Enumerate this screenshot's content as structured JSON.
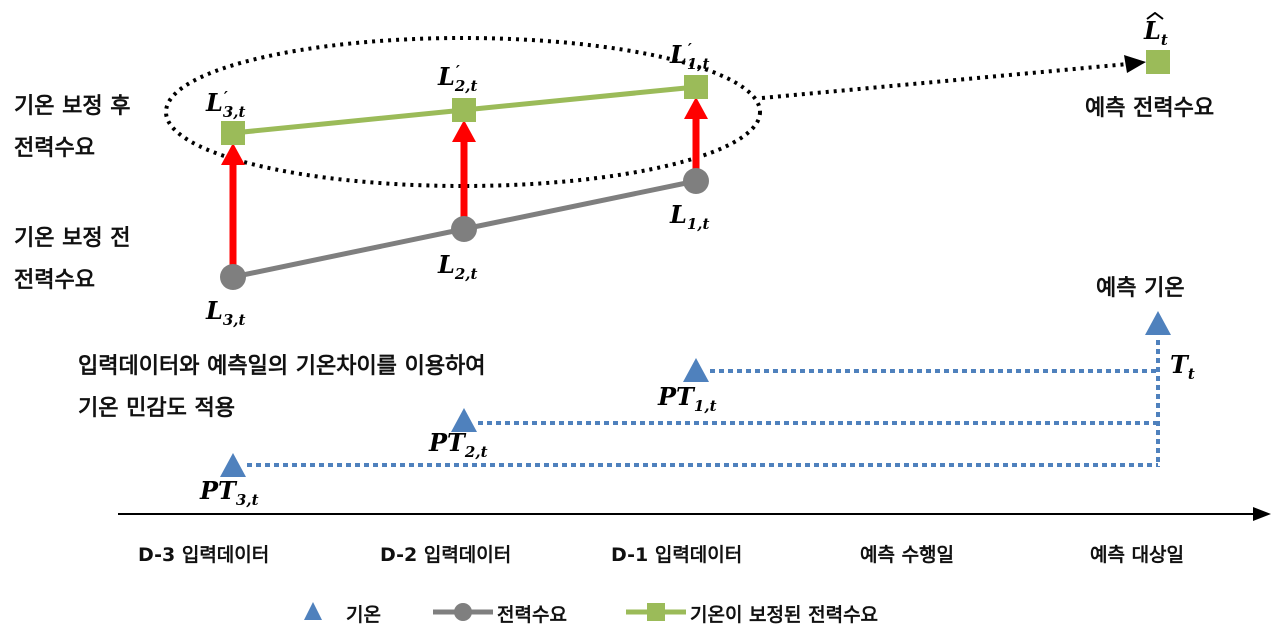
{
  "labels": {
    "after_correction": [
      "기온 보정 후",
      "전력수요"
    ],
    "before_correction": [
      "기온 보정 전",
      "전력수요"
    ],
    "forecast_demand": "예측 전력수요",
    "forecast_temp": "예측 기온",
    "method_note": [
      "입력데이터와 예측일의 기온차이를 이용하여",
      "기온 민감도 적용"
    ]
  },
  "axis_labels": [
    "D-3 입력데이터",
    "D-2 입력데이터",
    "D-1 입력데이터",
    "예측 수행일",
    "예측 대상일"
  ],
  "legend": [
    {
      "label": "기온",
      "symbol": "triangle"
    },
    {
      "label": "전력수요",
      "symbol": "circle-line"
    },
    {
      "label": "기온이 보정된 전력수요",
      "symbol": "square-line"
    }
  ],
  "math": {
    "L3": {
      "base": "L",
      "sub": "3,t",
      "sup": ""
    },
    "L2": {
      "base": "L",
      "sub": "2,t",
      "sup": ""
    },
    "L1": {
      "base": "L",
      "sub": "1,t",
      "sup": ""
    },
    "L3p": {
      "base": "L",
      "sub": "3,t",
      "sup": "′"
    },
    "L2p": {
      "base": "L",
      "sub": "2,t",
      "sup": "′"
    },
    "L1p": {
      "base": "L",
      "sub": "1,t",
      "sup": "′"
    },
    "Lhat": {
      "base": "L",
      "sub": "t",
      "sup": ""
    },
    "PT3": {
      "base": "PT",
      "sub": "3,t",
      "sup": ""
    },
    "PT2": {
      "base": "PT",
      "sub": "2,t",
      "sup": ""
    },
    "PT1": {
      "base": "PT",
      "sub": "1,t",
      "sup": ""
    },
    "Tt": {
      "base": "T",
      "sub": "t",
      "sup": ""
    }
  },
  "colors": {
    "corrected": "#9bbb59",
    "raw": "#7f7f7f",
    "arrow": "#ff0000",
    "temperature": "#4f81bd",
    "dotted": "#000000"
  }
}
